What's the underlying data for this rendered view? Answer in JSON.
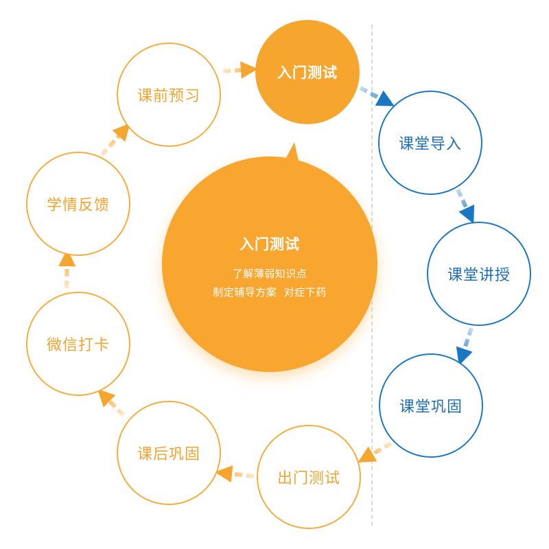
{
  "nodes": {
    "entry_test": "入门测试",
    "classroom_intro": "课堂导入",
    "classroom_lecture": "课堂讲授",
    "classroom_consolidate": "课堂巩固",
    "exit_test": "出门测试",
    "after_class_consolidate": "课后巩固",
    "wechat_checkin": "微信打卡",
    "learning_feedback": "学情反馈",
    "preview": "课前预习"
  },
  "center": {
    "title": "入门测试",
    "line1": "了解薄弱知识点",
    "line2": "制定辅导方案  对症下药"
  },
  "colors": {
    "orange": "#f6a52e",
    "blue": "#1c77c3",
    "divider": "#d9d9d9"
  }
}
